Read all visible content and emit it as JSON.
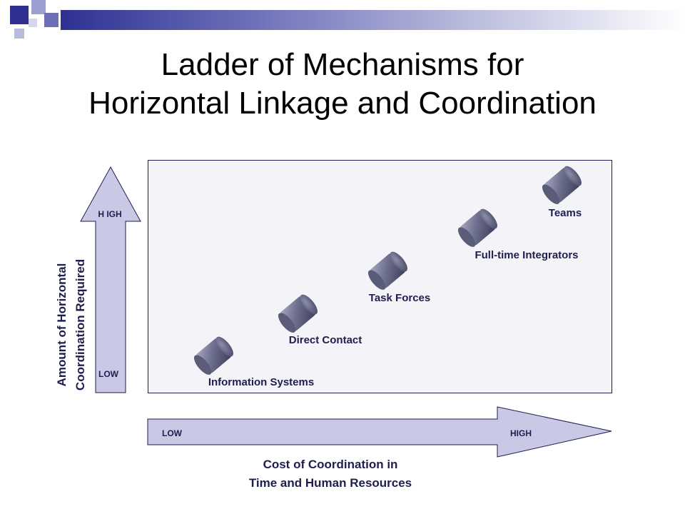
{
  "slide": {
    "title_line1": "Ladder of Mechanisms for",
    "title_line2": "Horizontal Linkage and Coordination"
  },
  "vertical_axis": {
    "high_label": "H IGH",
    "low_label": "LOW",
    "title_line1": "Amount of Horizontal",
    "title_line2": "Coordination Required"
  },
  "horizontal_axis": {
    "low_label": "LOW",
    "high_label": "HIGH",
    "title_line1": "Cost of Coordination in",
    "title_line2": "Time and Human Resources"
  },
  "mechanisms": [
    {
      "label": "Information Systems",
      "rank": 1
    },
    {
      "label": "Direct Contact",
      "rank": 2
    },
    {
      "label": "Task  Forces",
      "rank": 3
    },
    {
      "label": "Full-time Integrators",
      "rank": 4
    },
    {
      "label": "Teams",
      "rank": 5
    }
  ],
  "colors": {
    "accent_dark": "#1e1e50",
    "arrow_fill": "#c9c9e6",
    "label_color": "#1e1e50",
    "cylinder": "#6d6f8e",
    "header_bar_start": "#2e3192"
  }
}
